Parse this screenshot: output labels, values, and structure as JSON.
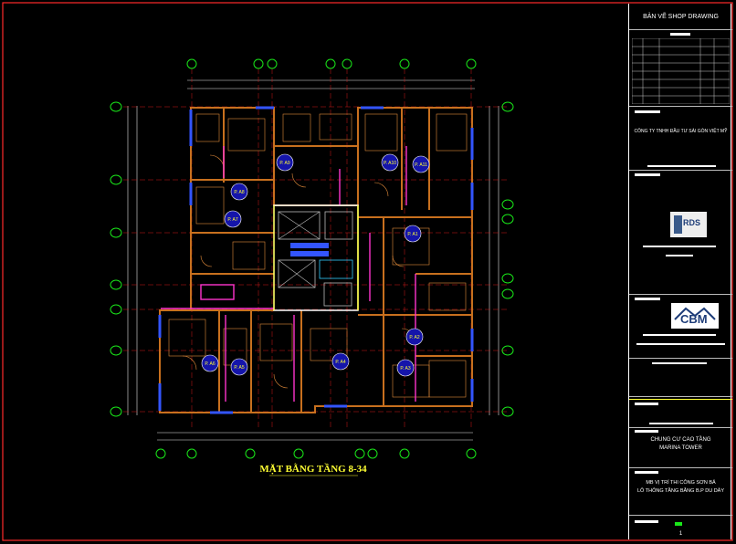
{
  "drawing_title": "MẶT BẰNG TẦNG 8-34",
  "units": [
    "P. A9",
    "P. A10",
    "P. A11",
    "P. A8",
    "P. A7",
    "P. A1",
    "P. A2",
    "P. A3",
    "P. A4",
    "P. A5",
    "P. A6"
  ],
  "title_block": {
    "header": "BẢN VẼ SHOP DRAWING",
    "company": "CÔNG TY TNHH ĐẦU TƯ SÀI GÒN VIỆT MỸ",
    "logo_rds": "RDS",
    "logo_cbm": "CBM",
    "project_line1": "CHUNG CƯ CAO TẦNG",
    "project_line2": "MARINA TOWER",
    "sheet_title_line1": "MB VỊ TRÍ THI CÔNG SƠN BẢ",
    "sheet_title_line2": "LÔ THÔNG TẦNG BẰNG B.P DU DÂY",
    "sheet_number": "1"
  },
  "colors": {
    "background": "#000000",
    "frame": "#ff2a2a",
    "wall": "#c8701e",
    "grid_bubble": "#19e619",
    "core": "#ffffff",
    "magenta": "#ff33cc",
    "blue": "#3355ff",
    "title_text": "#ffff33"
  }
}
